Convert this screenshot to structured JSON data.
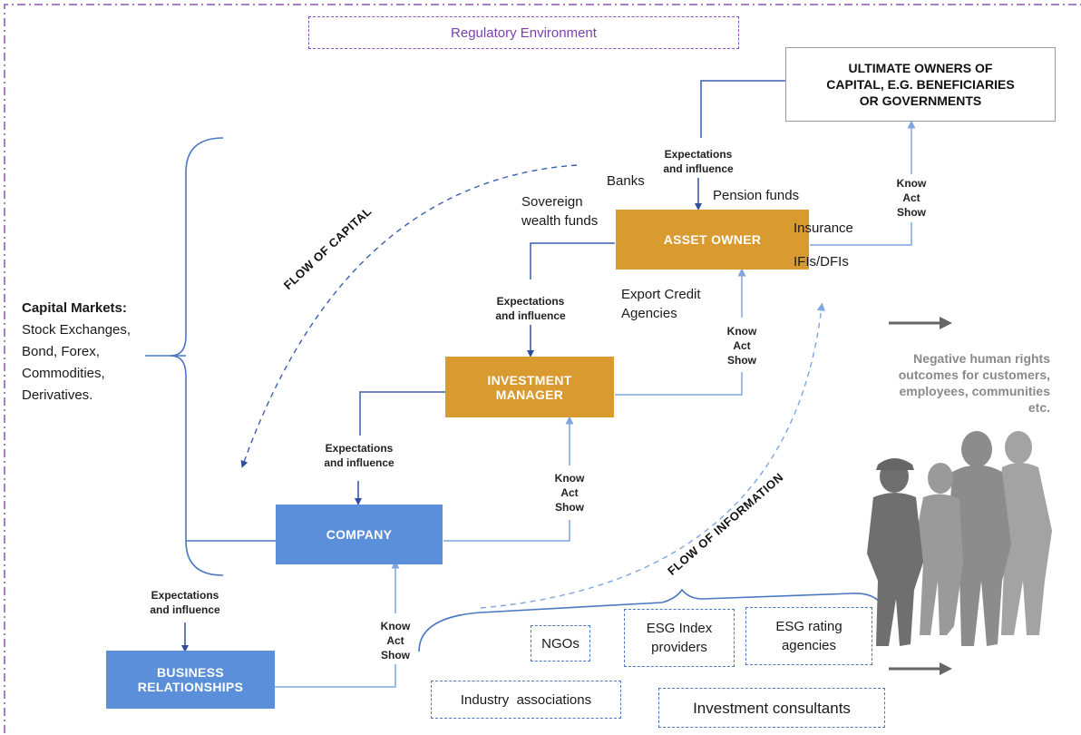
{
  "regulatory_label": "Regulatory Environment",
  "ultimate_owners": [
    "ULTIMATE OWNERS OF",
    "CAPITAL, E.G. BENEFICIARIES",
    "OR GOVERNMENTS"
  ],
  "boxes": {
    "asset_owner": "ASSET OWNER",
    "investment_manager": [
      "INVESTMENT",
      "MANAGER"
    ],
    "company": "COMPANY",
    "business_relationships": [
      "BUSINESS",
      "RELATIONSHIPS"
    ]
  },
  "expectations": [
    "Expectations",
    "and influence"
  ],
  "know_act_show": [
    "Know",
    "Act",
    "Show"
  ],
  "flow_of_capital": "FLOW OF CAPITAL",
  "flow_of_information": "FLOW OF INFORMATION",
  "asset_owner_types": {
    "banks": "Banks",
    "sovereign": [
      "Sovereign",
      "wealth funds"
    ],
    "pension": "Pension funds",
    "insurance": "Insurance",
    "ifis": "IFIs/DFIs",
    "export": [
      "Export Credit",
      "Agencies"
    ]
  },
  "capital_markets": {
    "title": "Capital Markets:",
    "lines": [
      "Stock Exchanges,",
      "Bond, Forex,",
      "Commodities,",
      "Derivatives."
    ]
  },
  "negative_outcomes": [
    "Negative human rights",
    "outcomes for customers,",
    "employees, communities",
    "etc."
  ],
  "info_providers": {
    "ngos": "NGOs",
    "esg_index": [
      "ESG Index",
      "providers"
    ],
    "esg_rating": [
      "ESG rating",
      "agencies"
    ],
    "industry": "Industry  associations",
    "consultants": "Investment consultants"
  },
  "colors": {
    "blue_box": "#5b8fd9",
    "orange_box": "#d99a30",
    "line_dark": "#3a5fb0",
    "line_light": "#7fa6e0",
    "regulatory": "#8a55b5",
    "people": "#7a7a7a"
  }
}
